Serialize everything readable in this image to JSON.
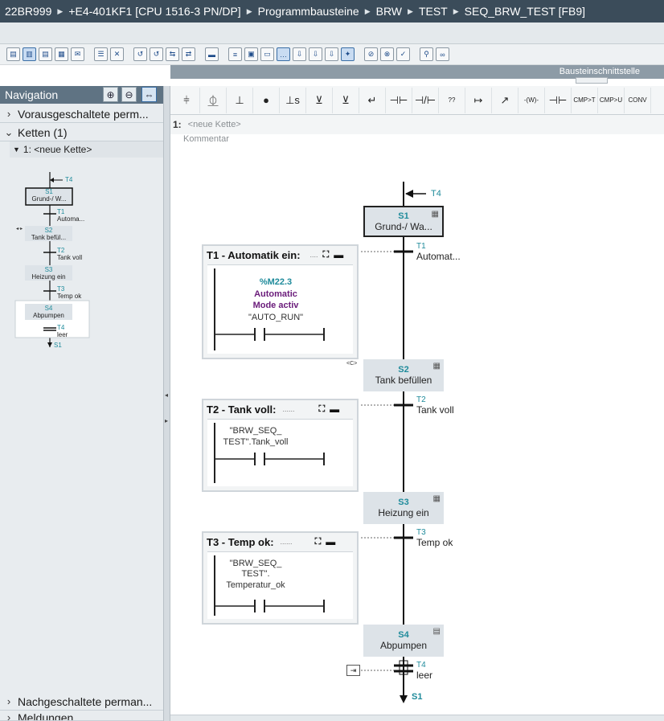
{
  "breadcrumb": [
    "22BR999",
    "+E4-401KF1 [CPU 1516-3 PN/DP]",
    "Programmbausteine",
    "BRW",
    "TEST",
    "SEQ_BRW_TEST [FB9]"
  ],
  "interface_label": "Bausteinschnittstelle",
  "toolbar": {
    "icons": [
      "block-icon",
      "block-icon",
      "block-icon",
      "block-icon",
      "mail-icon",
      "add-network-icon",
      "delete-network-icon",
      "reset-icon",
      "reset-icon",
      "reset-icon",
      "reset-icon",
      "monitor-icon",
      "list-icon",
      "window-icon",
      "window-icon",
      "comment-icon",
      "insert-icon",
      "insert-icon",
      "insert-icon",
      "transition-icon",
      "stop-icon",
      "stop-icon",
      "check-icon",
      "search-icon",
      "glasses-icon"
    ]
  },
  "navigation": {
    "title": "Navigation",
    "rows": [
      {
        "label": "Vorausgeschaltete perm..."
      },
      {
        "label": "Ketten (1)"
      }
    ],
    "sub_chain": "1: <neue Kette>",
    "overview": [
      {
        "code": "T4",
        "kind": "jumpin"
      },
      {
        "code": "S1",
        "name": "Grund-/ W..."
      },
      {
        "code": "T1",
        "name": "Automa..."
      },
      {
        "code": "S2",
        "name": "Tank befül..."
      },
      {
        "code": "T2",
        "name": "Tank voll"
      },
      {
        "code": "S3",
        "name": "Heizung ein"
      },
      {
        "code": "T3",
        "name": "Temp ok"
      },
      {
        "code": "S4",
        "name": "Abpumpen"
      },
      {
        "code": "T4",
        "name": "leer"
      },
      {
        "code": "S1",
        "kind": "jumpout"
      }
    ],
    "bottom_rows": [
      {
        "label": "Nachgeschaltete perman..."
      },
      {
        "label": "Meldungen"
      }
    ]
  },
  "elements_bar": {
    "items": [
      "⫩",
      "⏂",
      "⊥",
      "●",
      "⊥s",
      "⊻",
      "⊻",
      "↵",
      "⊣⊢",
      "⊣/⊢",
      "??",
      "↦",
      "↗",
      "-(W)-",
      "⊣⊢",
      "CMP>T",
      "CMP>U",
      "CONV"
    ]
  },
  "chain": {
    "header_num": "1:",
    "header_name": "<neue Kette>",
    "comment": "Kommentar"
  },
  "graph": {
    "jump_in": "T4",
    "steps": [
      {
        "code": "S1",
        "name": "Grund-/ Wa..."
      },
      {
        "code": "S2",
        "name": "Tank befüllen"
      },
      {
        "code": "S3",
        "name": "Heizung ein"
      },
      {
        "code": "S4",
        "name": "Abpumpen"
      }
    ],
    "transitions": [
      {
        "code": "T1",
        "name": "Automat..."
      },
      {
        "code": "T2",
        "name": "Tank voll"
      },
      {
        "code": "T3",
        "name": "Temp ok"
      },
      {
        "code": "T4",
        "name": "leer"
      }
    ],
    "jump_out": "S1",
    "s2_marker": "<C>"
  },
  "panels": [
    {
      "title": "T1 - Automatik ein:",
      "dots": "....",
      "address": "%M22.3",
      "symbol": [
        "Automatic",
        "Mode activ"
      ],
      "operand": [
        "\"AUTO_RUN\""
      ]
    },
    {
      "title": "T2 - Tank voll:",
      "dots": "......",
      "operand": [
        "\"BRW_SEQ_",
        "TEST\".Tank_voll"
      ]
    },
    {
      "title": "T3 - Temp ok:",
      "dots": "......",
      "operand": [
        "\"BRW_SEQ_",
        "TEST\".",
        "Temperatur_ok"
      ]
    }
  ],
  "colors": {
    "titlebar": "#3b4c5a",
    "teal": "#1f8b9b",
    "purple": "#6a1b7a"
  }
}
